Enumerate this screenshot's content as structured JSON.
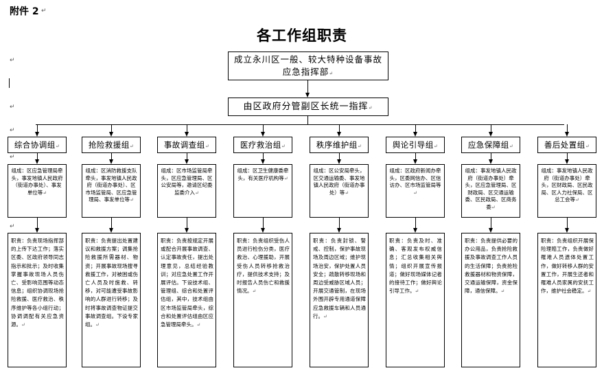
{
  "attachment_label": "附件 2",
  "title": "各工作组职责",
  "command": {
    "top": "成立永川区一般、较大特种设备事故应急指挥部",
    "second": "由区政府分管副区长统一指挥"
  },
  "groups": [
    {
      "name": "综合协调组",
      "composition": "组成：区应急管理局牵头，事发地镇人民政府（街道办事处）、事发单位等",
      "duty": "职责：负责现场指挥部的上传下达工作；落实区委、区政府领导同志指示和批示；及时收集掌握事故现场人员伤亡、受影响范围等动态信息；组织协调现场抢险救援、医疗救治、秩序维护等各小组行动；协调调配有关应急资源。"
    },
    {
      "name": "抢险救援组",
      "composition": "组成：区消防救援支队牵头，事发地镇人民政府（街道办事处）、区市场监管局、区应急管理局、事发单位等",
      "duty": "职责：负责提出处置建议和救援方案；调集抢险救援所需器材、物资；开展事故现场搜寻救援工作，对被困或伤亡人员及时施救、转移，对可能遭受事故影响的人群进行转移；及时将事故调查物证提交事故调查组。下设专家组。"
    },
    {
      "name": "事故调查组",
      "composition": "组成：区市场监管局牵头，区应急管理局、区公安局等，邀请区纪委监委介入",
      "duty": "职责：负责按规定开展或配合开展事故调查、认定事故责任，提出处理意见，总结经验教训；对应急处置工作开展评估。下设技术组、管理组、综合和处置评估组，其中，技术组由区市场监管局牵头，综合和处置评估组由区应急管理局牵头。"
    },
    {
      "name": "医疗救治组",
      "composition": "组成：区卫生健康委牵头，有关医疗机构等",
      "duty": "职责：负责组织受伤人员进行检伤分类，医疗救治、心理援助，开展受伤人员转移抢救治疗，提供技术支持；及时报告人员伤亡和救援情况。"
    },
    {
      "name": "秩序维护组",
      "composition": "组成：区公安局牵头，区交通运输委、事发地镇人民政府（街道办事处）等",
      "duty": "职责：负责封锁、警戒、控制，保护事故现场及周边区域；维护现场治安，保护处置人员安全；疏散转移现场和周边受威胁区域人员；开展交通管制，在现场外围开辟专用通道保障应急救援车辆和人员通行。"
    },
    {
      "name": "舆论引导组",
      "composition": "组成：区政府新闻办牵头，区委网信办、区信访办、区市场监管局等",
      "duty": "职责：负责及时、准确、客观发布权威信息；汇总收集相关舆情；组织开展宣传报道；做好现场媒体记者的接待工作；做好舆论引导工作。"
    },
    {
      "name": "应急保障组",
      "composition": "组成：事发地镇人民政府（街道办事处）牵头，区应急管理局、区财政局、区交通运输委、区民政局、区商务委",
      "duty": "职责：负责提供必要的办公用品，负责抢险救援及事故调查工作人员的生活保障；负责抢险救援器材和物资保障，交通运输保障，资金保障，通信保障。"
    },
    {
      "name": "善后处置组",
      "composition": "组成：事发地镇人民政府（街道办事处）牵头，区财政局、区民政局、区人力社保局、区总工会等",
      "duty": "职责：负责组织开展保险理赔工作，负责做好罹难人员遗体处置工作，做好转移人群的安置工作，开展生还者和罹难人员家属的安抚工作，维护社会稳定。"
    }
  ]
}
